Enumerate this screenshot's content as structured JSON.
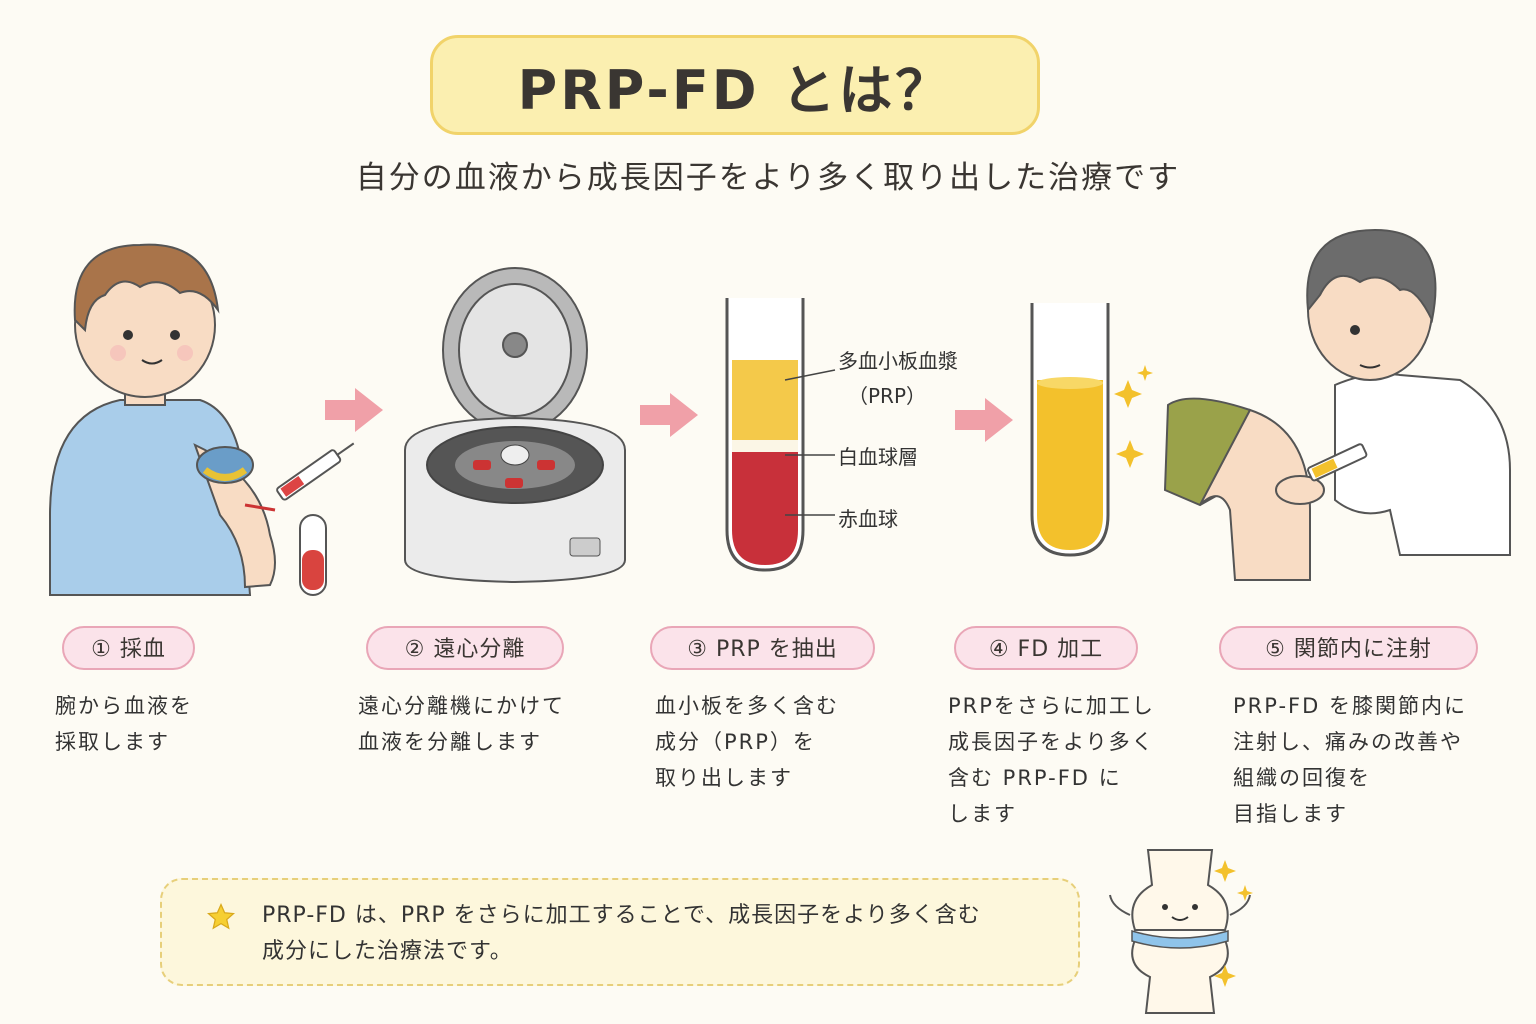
{
  "title": "PRP-FD とは？",
  "subtitle": "自分の血液から成長因子をより多く取り出した治療です",
  "steps": [
    {
      "label": "① 採血",
      "desc": [
        "腕から血液を",
        "採取します"
      ]
    },
    {
      "label": "② 遠心分離",
      "desc": [
        "遠心分離機にかけて",
        "血液を分離します"
      ]
    },
    {
      "label": "③ PRP を抽出",
      "desc": [
        "血小板を多く含む",
        "成分（PRP）を",
        "取り出します"
      ]
    },
    {
      "label": "④ FD 加工",
      "desc": [
        "PRPをさらに加工し",
        "成長因子をより多く",
        "含む PRP-FD に",
        "します"
      ]
    },
    {
      "label": "⑤ 関節内に注射",
      "desc": [
        "PRP-FD を膝関節内に",
        "注射し、痛みの改善や",
        "組織の回復を",
        "目指します"
      ]
    }
  ],
  "tube_labels": {
    "prp_line1": "多血小板血漿",
    "prp_line2": "（PRP）",
    "buffy": "白血球層",
    "rbc": "赤血球"
  },
  "note": {
    "icon": "star-icon",
    "lines": [
      "PRP-FD は、PRP をさらに加工することで、成長因子をより多く含む",
      "成分にした治療法です。"
    ]
  },
  "colors": {
    "title_bg": "#fbefb0",
    "label_bg": "#fbe3ea",
    "label_border": "#e9a6b7",
    "arrow": "#f0a0a8",
    "plasma": "#f4c94a",
    "blood": "#c8303a"
  }
}
